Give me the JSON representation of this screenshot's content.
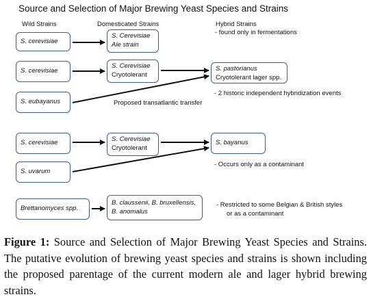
{
  "title": "Source and Selection of Major Brewing Yeast Species and Strains",
  "column_headers": {
    "wild": "Wild Strains",
    "domesticated": "Domesticated Strains",
    "hybrid": "Hybrid Strains"
  },
  "notes": {
    "fermentations": "- found only in fermentations",
    "hybridization": "- 2 historic independent hybridization events",
    "transatlantic": "Proposed transatlantic transfer",
    "contaminant": "- Occurs only as a contaminant",
    "restricted_line1": "-   Restricted to some Belgian & British styles",
    "restricted_line2": "or as a contaminant"
  },
  "boxes": {
    "wild_cerevisiae_1": "S. cerevisiae",
    "ale_line1": "S. Cerevisiae",
    "ale_line2": "Ale strain",
    "wild_cerevisiae_2": "S. cerevisiae",
    "cryo1_line1": "S. Cerevisiae",
    "cryo1_line2": "Cryotolerant",
    "pastorianus_line1": "S. pastorianus",
    "pastorianus_line2": "Cryotolerant lager spp.",
    "eubayanus": "S. eubayanus",
    "wild_cerevisiae_3": "S. cerevisiae",
    "cryo2_line1": "S. Cerevisiae",
    "cryo2_line2": "Cryotolerant",
    "bayanus": "S. bayanus",
    "uvarum": "S. uvarum",
    "brettanomyces": "Brettanomyces spp.",
    "brett_species_line1": "B. claussenii, B. bruxellensis,",
    "brett_species_line2": "B. anomalus"
  },
  "caption": {
    "label": "Figure 1:",
    "text": " Source and Selection of Major Brewing Yeast Species and Strains. The putative evolution of brewing yeast species and strains is shown including the proposed parentage of the current modern ale and lager hybrid brewing strains."
  }
}
